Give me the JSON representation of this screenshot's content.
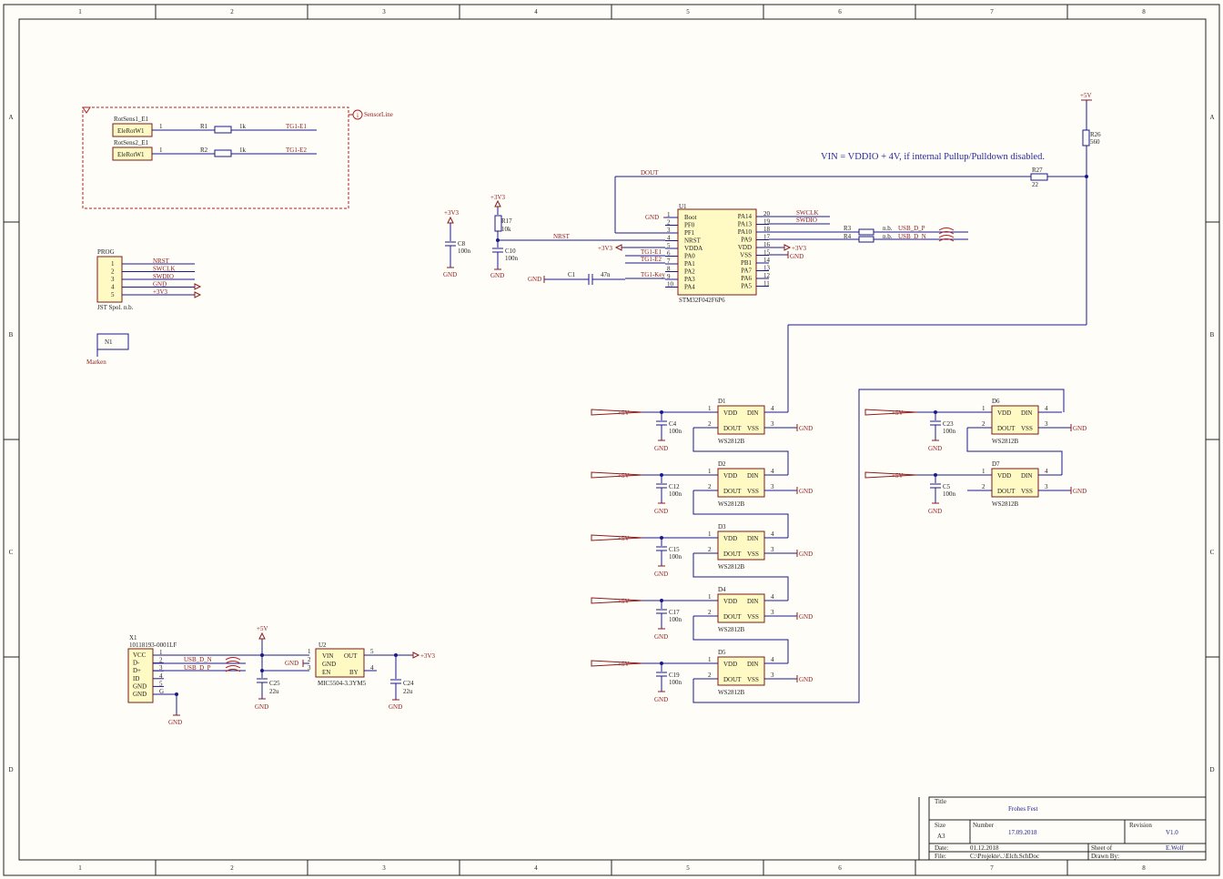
{
  "frame": {
    "col_labels": [
      "1",
      "2",
      "3",
      "4",
      "5",
      "6",
      "7",
      "8"
    ],
    "row_labels": [
      "A",
      "B",
      "C",
      "D"
    ]
  },
  "note": "VIN = VDDIO + 4V, if internal Pullup/Pulldown disabled.",
  "sensors": {
    "sens1_ref": "RotSens1_E1",
    "sens1_val": "EleRotW1",
    "sens2_ref": "RotSens2_E1",
    "sens2_val": "EleRotW1",
    "pin1": "1",
    "r1": "R1",
    "r2": "R2",
    "rval": "1k",
    "net1": "TG1-E1",
    "net2": "TG1-E2",
    "sheet_port": "SensorLine"
  },
  "prog": {
    "ref": "PROG",
    "desc": "JST Spol. n.b.",
    "pins": [
      "1",
      "2",
      "3",
      "4",
      "5"
    ],
    "nets": [
      "NRST",
      "SWCLK",
      "SWDIO",
      "GND",
      "+3V3"
    ]
  },
  "marker": {
    "ref": "N1",
    "desc": "Marken"
  },
  "mcu": {
    "ref": "U1",
    "part": "STM32F042F6P6",
    "left_pins": [
      {
        "num": "1",
        "name": "Boot"
      },
      {
        "num": "2",
        "name": "PF0"
      },
      {
        "num": "3",
        "name": "PF1"
      },
      {
        "num": "4",
        "name": "NRST"
      },
      {
        "num": "5",
        "name": "VDDA"
      },
      {
        "num": "6",
        "name": "PA0"
      },
      {
        "num": "7",
        "name": "PA1"
      },
      {
        "num": "8",
        "name": "PA2"
      },
      {
        "num": "9",
        "name": "PA3"
      },
      {
        "num": "10",
        "name": "PA4"
      }
    ],
    "right_pins": [
      {
        "num": "20",
        "name": "PA14"
      },
      {
        "num": "19",
        "name": "PA13"
      },
      {
        "num": "18",
        "name": "PA10"
      },
      {
        "num": "17",
        "name": "PA9"
      },
      {
        "num": "16",
        "name": "VDD"
      },
      {
        "num": "15",
        "name": "VSS"
      },
      {
        "num": "14",
        "name": "PB1"
      },
      {
        "num": "13",
        "name": "PA7"
      },
      {
        "num": "12",
        "name": "PA6"
      },
      {
        "num": "11",
        "name": "PA5"
      }
    ],
    "net_swclk": "SWCLK",
    "net_swdio": "SWDIO",
    "net_nrst": "NRST",
    "net_dout": "DOUT",
    "gnd": "GND",
    "p3v3": "+3V3",
    "tg1e1": "TG1-E1",
    "tg1e2": "TG1-E2",
    "tg1key": "TG1-Key",
    "r3": "R3",
    "r4": "R4",
    "nb": "n.b.",
    "usb_dp": "USB_D_P",
    "usb_dn": "USB_D_N"
  },
  "passives": {
    "c8": "C8",
    "c8v": "100n",
    "r17": "R17",
    "r17v": "10k",
    "c10": "C10",
    "c10v": "100n",
    "c1": "C1",
    "c1v": "47n",
    "r26": "R26",
    "r26v": "560",
    "r27": "R27",
    "r27v": "22",
    "p5v": "+5V",
    "p3v3": "+3V3",
    "gnd": "GND"
  },
  "leds": {
    "part": "WS2812B",
    "items": [
      {
        "ref": "D1",
        "cap": "C4",
        "capv": "100n"
      },
      {
        "ref": "D2",
        "cap": "C12",
        "capv": "100n"
      },
      {
        "ref": "D3",
        "cap": "C15",
        "capv": "100n"
      },
      {
        "ref": "D4",
        "cap": "C17",
        "capv": "100n"
      },
      {
        "ref": "D5",
        "cap": "C19",
        "capv": "100n"
      },
      {
        "ref": "D6",
        "cap": "C23",
        "capv": "100n"
      },
      {
        "ref": "D7",
        "cap": "C5",
        "capv": "100n"
      }
    ],
    "vdd": "VDD",
    "din": "DIN",
    "dout": "DOUT",
    "vss": "VSS",
    "p1": "1",
    "p2": "2",
    "p3": "3",
    "p4": "4"
  },
  "usb": {
    "ref": "X1",
    "part": "10118193-0001LF",
    "pins": [
      {
        "num": "1",
        "name": "VCC"
      },
      {
        "num": "2",
        "name": "D-"
      },
      {
        "num": "3",
        "name": "D+"
      },
      {
        "num": "4",
        "name": "ID"
      },
      {
        "num": "5",
        "name": "GND"
      },
      {
        "num": "G",
        "name": "GND"
      }
    ],
    "usb_dn": "USB_D_N",
    "usb_dp": "USB_D_P",
    "c25": "C25",
    "c25v": "22u"
  },
  "ldo": {
    "ref": "U2",
    "part": "MIC5504-3.3YM5",
    "vin": "VIN",
    "gnd": "GND",
    "en": "EN",
    "out": "OUT",
    "by": "BY",
    "p1": "1",
    "p2": "2",
    "p3": "3",
    "p4": "4",
    "p5": "5",
    "c24": "C24",
    "c24v": "22u"
  },
  "titleblock": {
    "title_lbl": "Title",
    "title": "Frohes Fest",
    "size_lbl": "Size",
    "size": "A3",
    "number_lbl": "Number",
    "number": "17.09.2018",
    "revision_lbl": "Revision",
    "revision": "V1.0",
    "date_lbl": "Date:",
    "date": "01.12.2018",
    "sheet_lbl": "Sheet    of",
    "author": "E.Wolf",
    "file_lbl": "File:",
    "file": "C:\\Projekte\\..\\Elch.SchDoc",
    "drawn_lbl": "Drawn By:"
  }
}
